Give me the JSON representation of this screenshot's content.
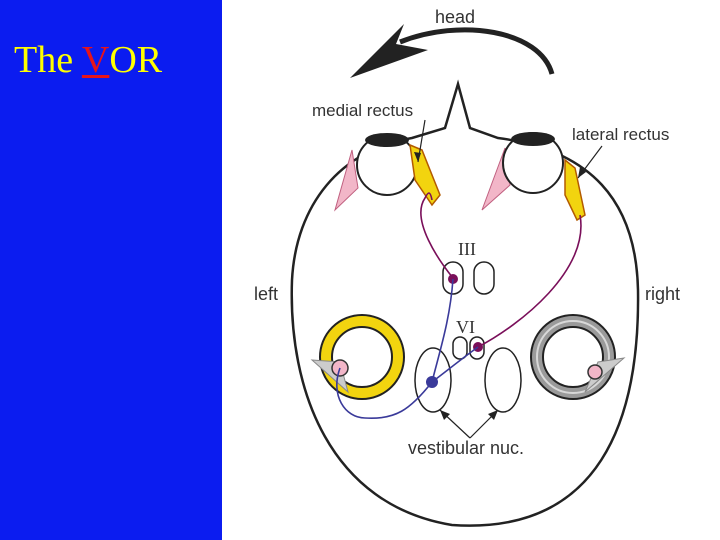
{
  "title": {
    "before": "The ",
    "highlight": "V",
    "after": "OR"
  },
  "colors": {
    "panel": "#0b1cf0",
    "title_text": "#ffff00",
    "title_highlight": "#e8141a",
    "active_canal": "#f2d40f",
    "inactive_canal": "#9a9a9a",
    "excitatory_path": "#7a0f5a",
    "inhibitory_path": "#3a3a9a",
    "muscle_pink": "#f2b6c8"
  },
  "labels": {
    "head": "head",
    "medial_rectus": "medial rectus",
    "lateral_rectus": "lateral rectus",
    "left": "left",
    "right": "right",
    "nucleus_iii": "III",
    "nucleus_vi": "VI",
    "vestibular_nuc": "vestibular nuc."
  }
}
